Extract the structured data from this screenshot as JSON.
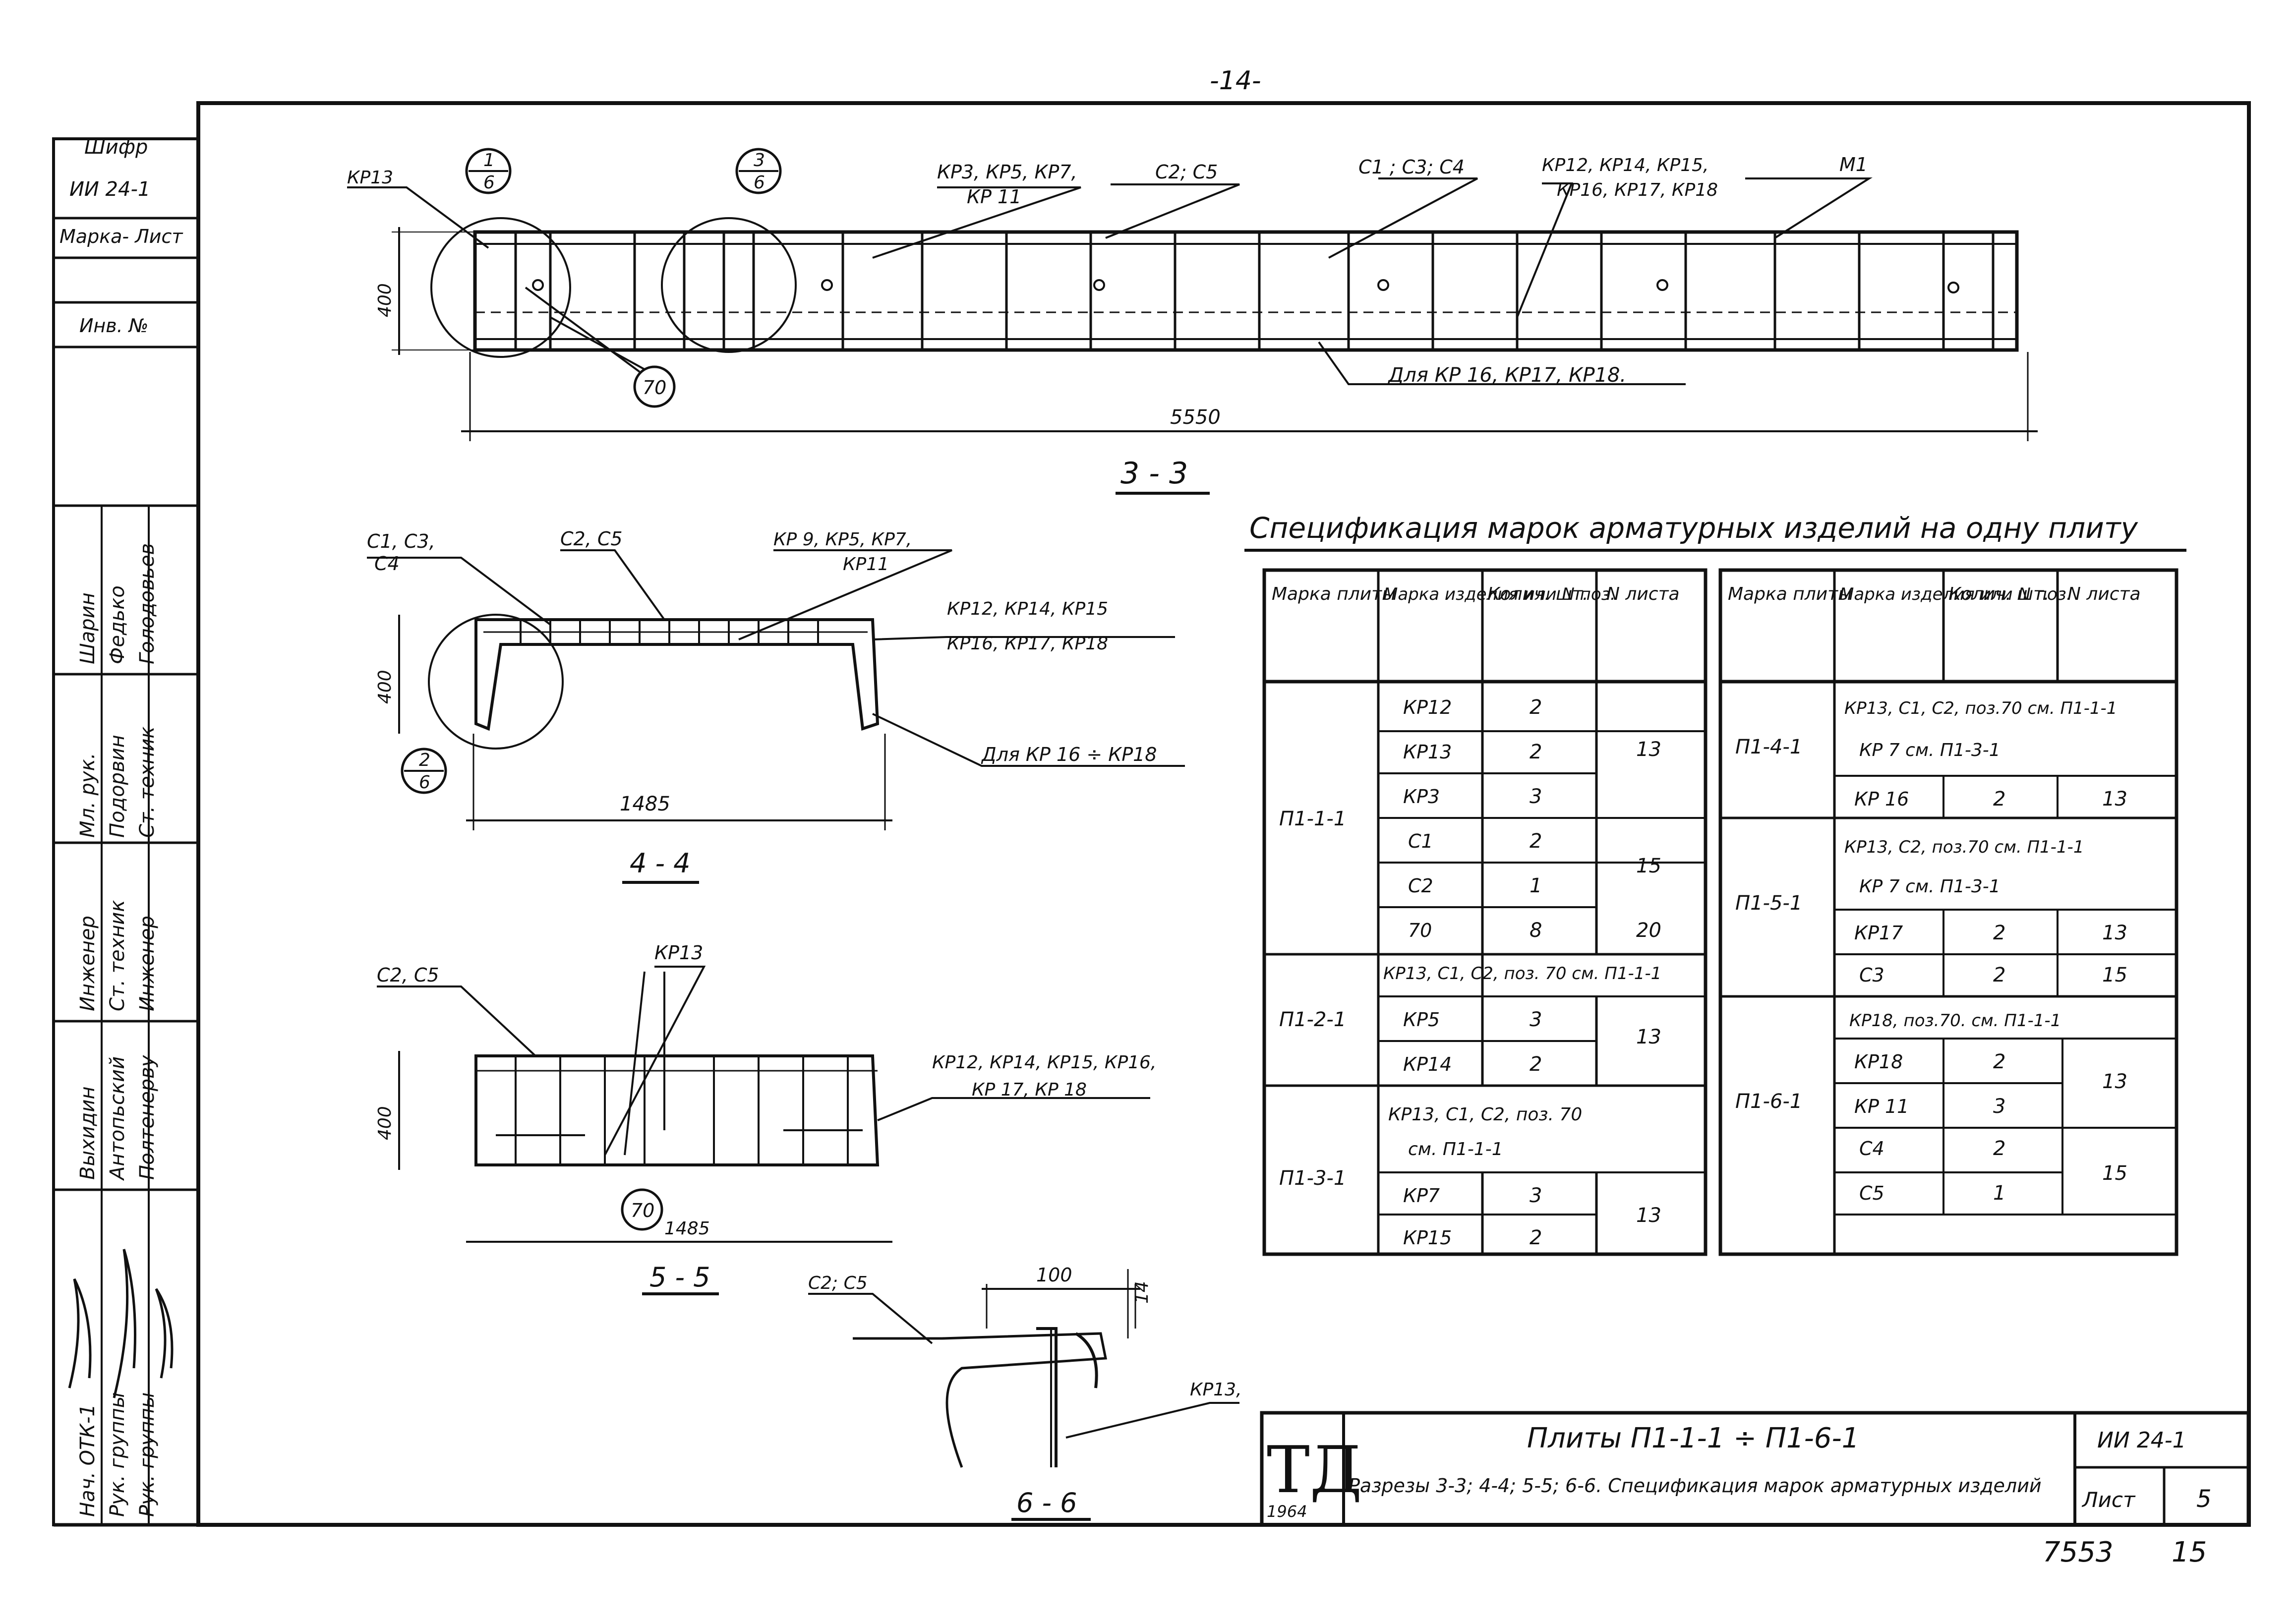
{
  "page": {
    "top_mark": "-14-",
    "bottom_num": "7553",
    "bottom_page": "15"
  },
  "stamp_sidebar": {
    "shifr_label": "Шифр",
    "shifr_value": "ИИ 24-1",
    "marka_list_label": "Марка- Лист",
    "inv_label": "Инв. №",
    "roles": [
      "Нач. ОТК-1",
      "Рук. группы",
      "Рук. группы",
      "Инженер",
      "Ст. техник",
      "Мл. рук."
    ],
    "names": [
      "Шарин",
      "Федько",
      "Голодовьев",
      "Выхидин",
      "Антопьский",
      "Полтенерву",
      "Инженер",
      "Ст. техник",
      "Подорвин"
    ]
  },
  "section_33": {
    "title": "3 - 3",
    "callout1_num": "1",
    "callout1_den": "6",
    "callout2_num": "3",
    "callout2_den": "6",
    "label_kp13": "КР13",
    "label_kp3": "КР3, КР5, КР7,",
    "label_kp11": "КР 11",
    "label_c2c5": "С2; С5",
    "label_c1c3c4": "С1 ; С3; С4",
    "label_kp12_l1": "КР12, КР14, КР15,",
    "label_kp12_l2": "КР16, КР17, КР18",
    "label_m1": "М1",
    "label_dlya": "Для   КР 16, КР17, КР18.",
    "pos70": "70",
    "dim_height": "400",
    "dim_length": "5550"
  },
  "section_44": {
    "title": "4 - 4",
    "label_c1_l1": "С1, С3,",
    "label_c1_l2": "С4",
    "label_c2c5": "С2, С5",
    "label_kp9_l1": "КР 9, КР5, КР7,",
    "label_kp9_l2": "КР11",
    "label_kp12_l1": "КР12, КР14, КР15",
    "label_kp12_l2": "КР16, КР17, КР18",
    "label_dlya": "Для КР 16 ÷ КР18",
    "callout_num": "2",
    "callout_den": "6",
    "dim_height": "400",
    "dim_width": "1485"
  },
  "section_55": {
    "title": "5 - 5",
    "label_c2c5": "С2, С5",
    "label_kp13": "КР13",
    "label_kp12_l1": "КР12, КР14, КР15, КР16,",
    "label_kp12_l2": "КР 17, КР 18",
    "pos70": "70",
    "dim_height": "400",
    "dim_width": "1485"
  },
  "section_66": {
    "title": "6 - 6",
    "label_c2c5": "С2; С5",
    "label_kp13": "КР13,",
    "dim_100": "100",
    "dim_14": "14"
  },
  "spec": {
    "title": "Спецификация марок арматурных изделий на одну плиту",
    "headers": [
      "Марка плиты",
      "Марка изделия или N поз.",
      "Колич. шт.",
      "N листа"
    ],
    "left_rows": [
      {
        "plate": "П1-1-1",
        "item": "КР12",
        "qty": "2",
        "sheet": "13"
      },
      {
        "item": "КР13",
        "qty": "2"
      },
      {
        "item": "КР3",
        "qty": "3"
      },
      {
        "item": "С1",
        "qty": "2",
        "sheet": "15"
      },
      {
        "item": "С2",
        "qty": "1"
      },
      {
        "item": "70",
        "qty": "8",
        "sheet": "20"
      },
      {
        "plate": "П1-2-1",
        "note": "КР13, С1, С2, поз. 70 см. П1-1-1"
      },
      {
        "item": "КР5",
        "qty": "3",
        "sheet": "13"
      },
      {
        "item": "КР14",
        "qty": "2"
      },
      {
        "plate": "П1-3-1",
        "note1": "КР13, С1, С2, поз. 70",
        "note2": "см. П1-1-1"
      },
      {
        "item": "КР7",
        "qty": "3",
        "sheet": "13"
      },
      {
        "item": "КР15",
        "qty": "2"
      }
    ],
    "right_rows": [
      {
        "plate": "П1-4-1",
        "note1": "КР13, С1, С2, поз.70 см. П1-1-1",
        "note2": "КР 7   см. П1-3-1"
      },
      {
        "item": "КР 16",
        "qty": "2",
        "sheet": "13"
      },
      {
        "plate": "П1-5-1",
        "note1": "КР13, С2, поз.70 см. П1-1-1",
        "note2": "КР 7   см. П1-3-1"
      },
      {
        "item": "КР17",
        "qty": "2",
        "sheet": "13"
      },
      {
        "item": "С3",
        "qty": "2",
        "sheet": "15"
      },
      {
        "plate": "П1-6-1",
        "note1": "КР18, поз.70. см. П1-1-1"
      },
      {
        "item": "КР18",
        "qty": "2",
        "sheet": "13"
      },
      {
        "item": "КР 11",
        "qty": "3"
      },
      {
        "item": "С4",
        "qty": "2",
        "sheet": "15"
      },
      {
        "item": "С5",
        "qty": "1"
      }
    ]
  },
  "title_block": {
    "logo": "ТД",
    "year": "1964",
    "title": "Плиты П1-1-1 ÷ П1-6-1",
    "subtitle": "Разрезы 3-3; 4-4; 5-5; 6-6. Спецификация марок арматурных изделий",
    "code": "ИИ 24-1",
    "sheet_label": "Лист",
    "sheet_num": "5"
  }
}
